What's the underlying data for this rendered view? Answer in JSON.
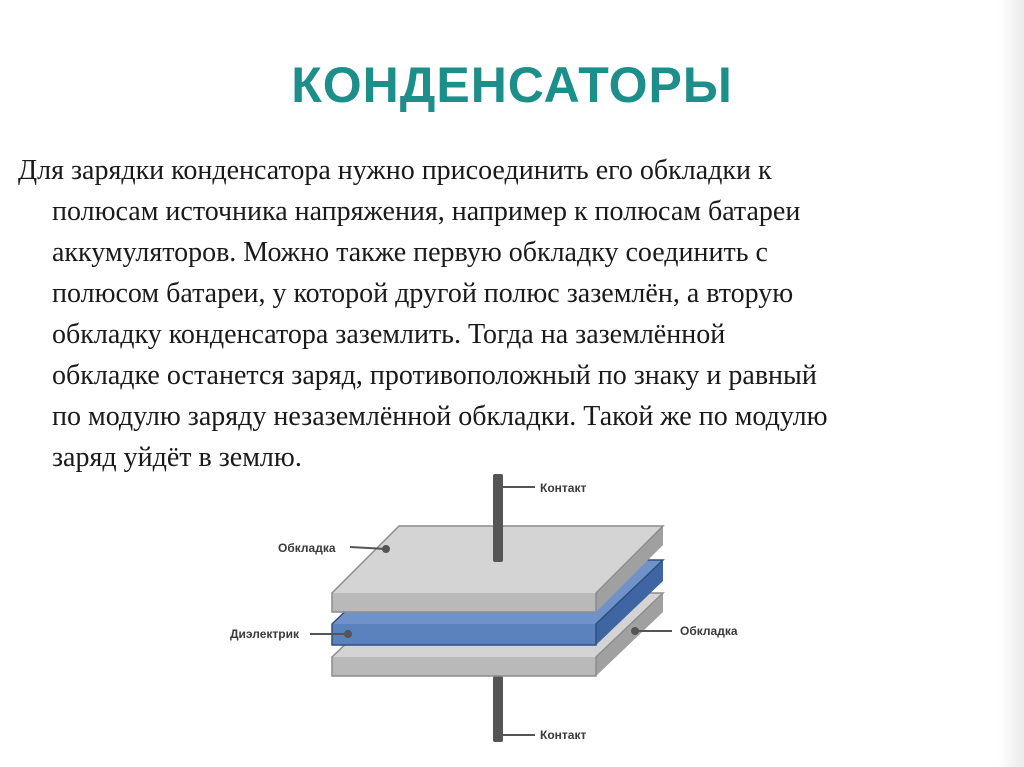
{
  "title": "КОНДЕНСАТОРЫ",
  "paragraph_lines": [
    "Для зарядки конденсатора нужно присоединить его обкладки к",
    "полюсам источника напряжения, например к полюсам батареи",
    "аккумуляторов. Можно также первую обкладку соединить с",
    "полюсом батареи, у которой другой полюс заземлён, а вторую",
    "обкладку конденсатора заземлить. Тогда на заземлённой",
    "обкладке останется заряд, противоположный по знаку и равный",
    "по модулю заряду незаземлённой обкладки. Такой же по модулю",
    "заряд уйдёт в землю."
  ],
  "diagram": {
    "labels": {
      "contact_top": "Контакт",
      "plate_top": "Обкладка",
      "dielectric": "Диэлектрик",
      "plate_bottom": "Обкладка",
      "contact_bottom": "Контакт"
    },
    "colors": {
      "plate_top_face": "#d4d4d4",
      "plate_side": "#a9a9a9",
      "dielectric_face": "#5b82bd",
      "dielectric_side": "#3f66a3",
      "contact": "#555555"
    }
  }
}
